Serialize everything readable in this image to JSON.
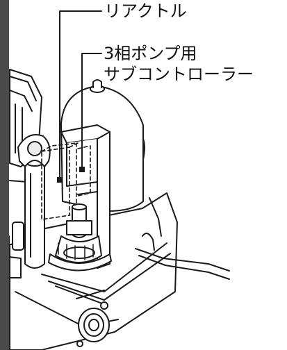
{
  "labels": {
    "reactor": "リアクトル",
    "controller_line1": "3相ポンプ用",
    "controller_line2": "サブコントローラー"
  },
  "colors": {
    "line": "#1a1a1a",
    "side_bar": "#4a4a4a",
    "fill": "#ffffff",
    "shade": "#ededed"
  }
}
